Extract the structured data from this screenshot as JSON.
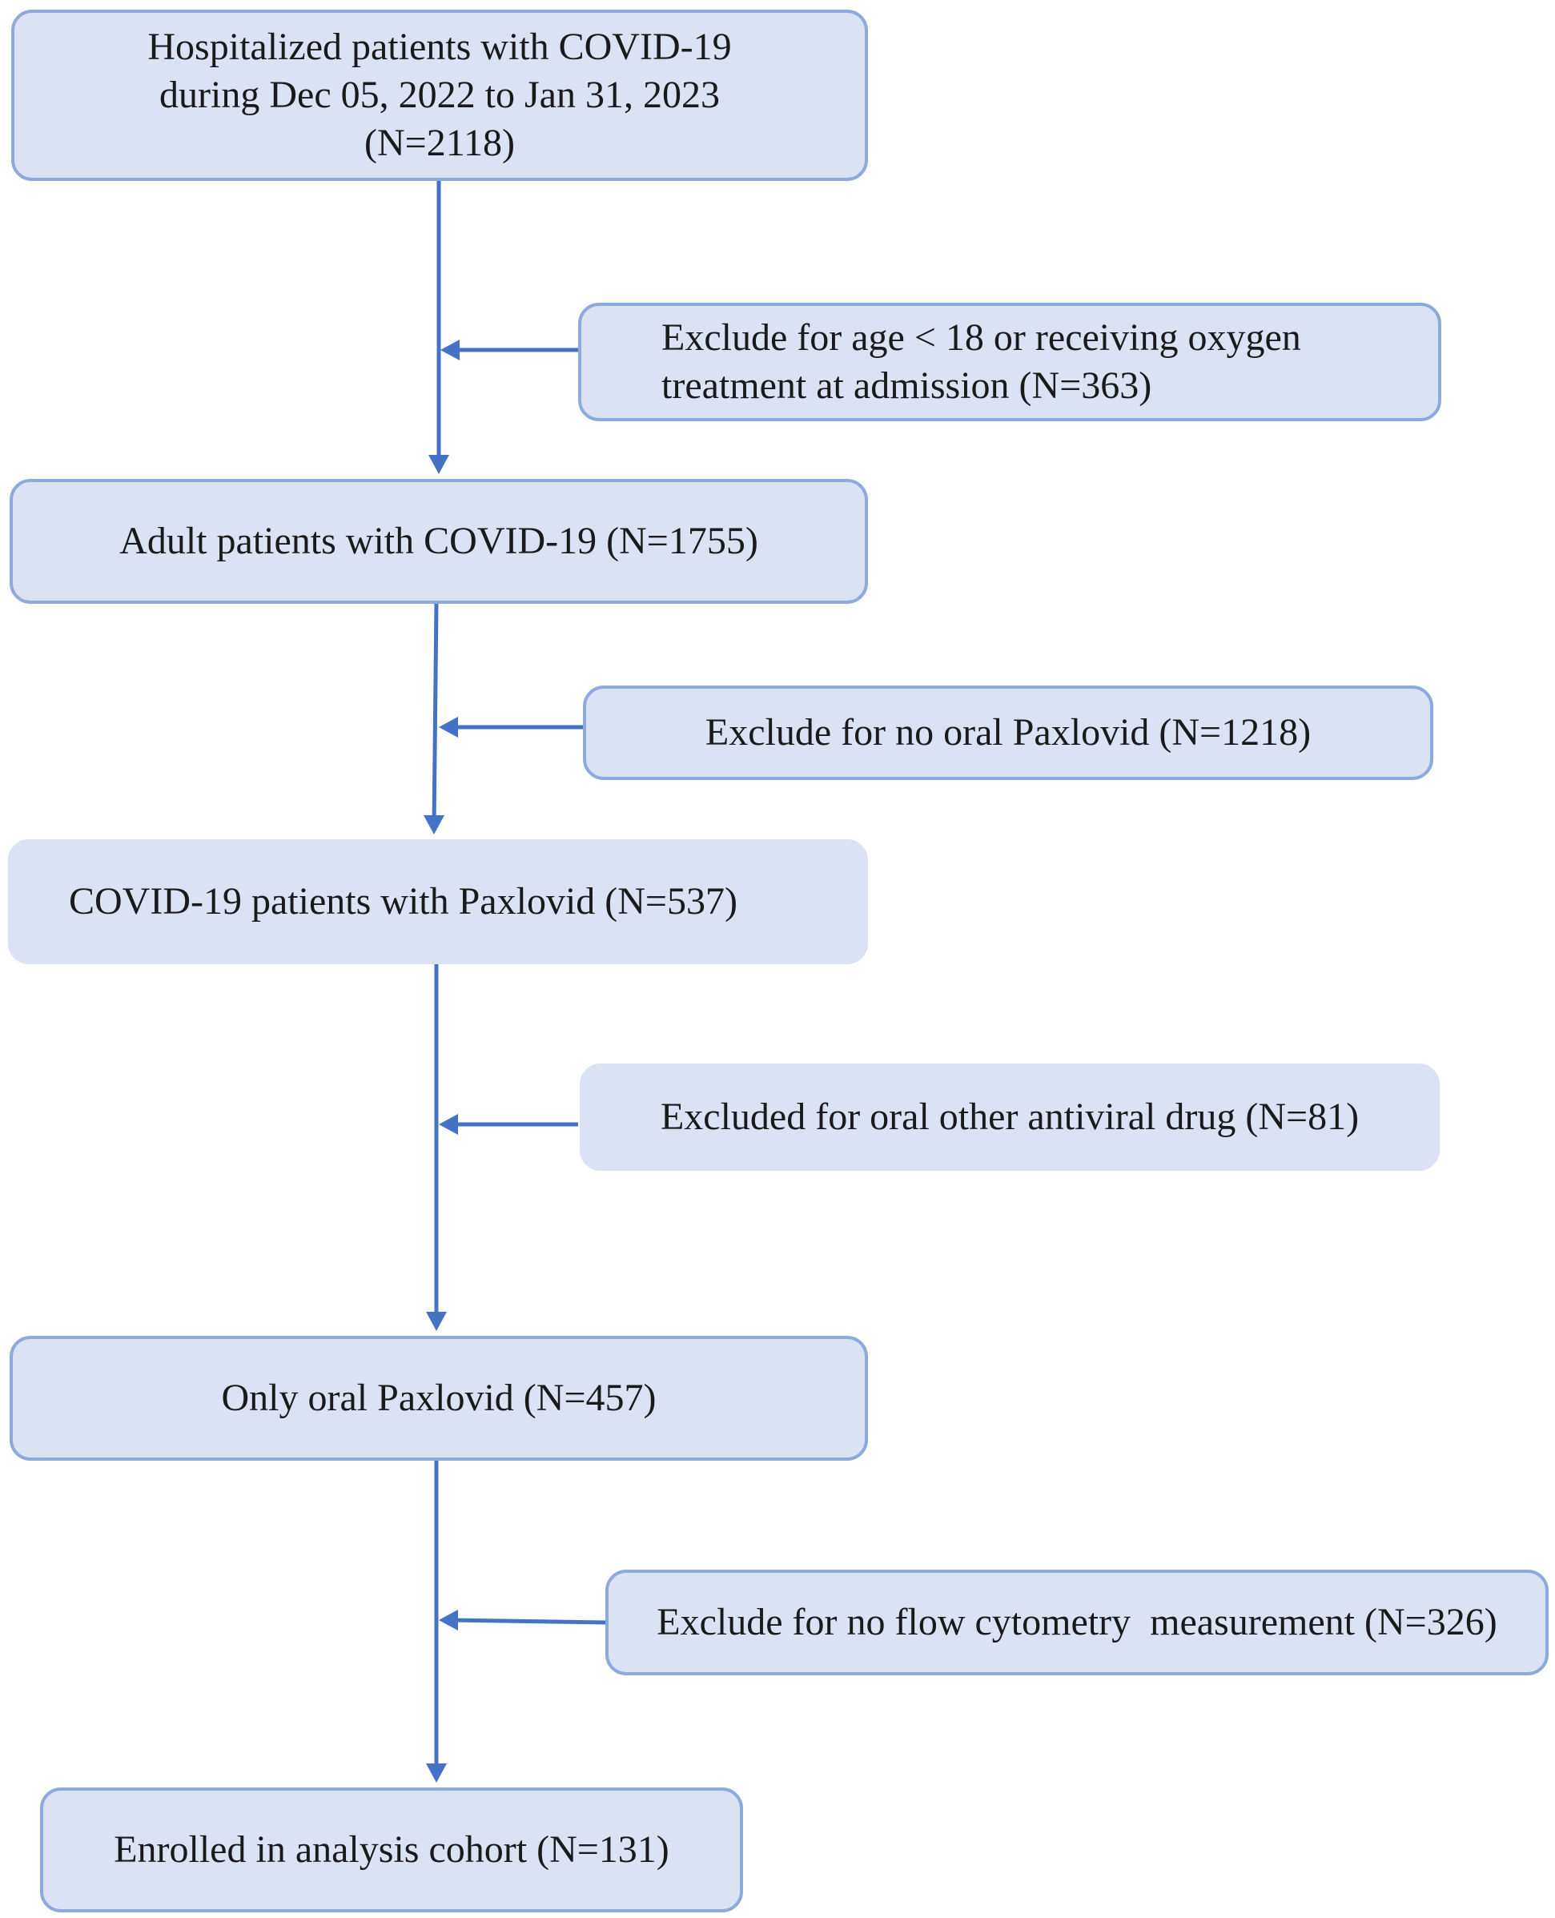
{
  "boxes": {
    "hospitalized": {
      "line1": "Hospitalized patients with COVID-19",
      "line2": "during Dec 05, 2022 to Jan 31, 2023",
      "line3": "(N=2118)"
    },
    "exclude_age": {
      "line1": "Exclude for age < 18 or receiving oxygen",
      "line2": "treatment at admission (N=363)"
    },
    "adult": {
      "text": "Adult patients with COVID-19 (N=1755)"
    },
    "exclude_paxlovid": {
      "text": "Exclude for no oral Paxlovid (N=1218)"
    },
    "with_paxlovid": {
      "text": "COVID-19 patients with Paxlovid (N=537)"
    },
    "exclude_antiviral": {
      "text": "Excluded for oral other antiviral drug (N=81)"
    },
    "only_paxlovid": {
      "text": "Only oral Paxlovid (N=457)"
    },
    "exclude_flow": {
      "text": "Exclude for no flow cytometry  measurement (N=326)"
    },
    "enrolled": {
      "text": "Enrolled in analysis cohort (N=131)"
    }
  },
  "colors": {
    "box_fill": "#dae2f3",
    "box_border": "#8eaadb",
    "arrow": "#4472c4"
  }
}
